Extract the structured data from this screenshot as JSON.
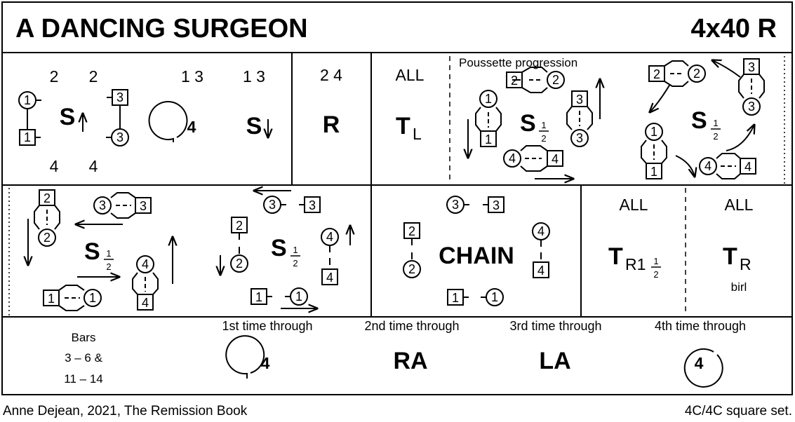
{
  "title": "A DANCING SURGEON",
  "form": "4x40 R",
  "row1": {
    "c1": {
      "top1": "2",
      "top2": "2",
      "top3": "1 3",
      "top4": "1 3",
      "bot1": "4",
      "bot2": "4",
      "fig1": "S",
      "fig2": "S",
      "circle_label": "4",
      "p1": "1",
      "p2": "1",
      "p3": "3",
      "p4": "3"
    },
    "c2": {
      "top": "2 4",
      "fig": "R"
    },
    "c3": {
      "top": "ALL",
      "fig": "T",
      "sub": "L"
    },
    "c4": {
      "note": "Poussette progression",
      "fig": "S",
      "fig_b": "S",
      "frac_num": "1",
      "frac_den": "2",
      "n1": "2",
      "n2": "2",
      "n3": "1",
      "n4": "1",
      "n5": "3",
      "n6": "3",
      "n7": "4",
      "n8": "4",
      "m1": "2",
      "m2": "2",
      "m3": "3",
      "m4": "3",
      "m5": "1",
      "m6": "1",
      "m7": "4",
      "m8": "4"
    }
  },
  "row2": {
    "c1": {
      "fig": "S",
      "fig_b": "S",
      "frac_num": "1",
      "frac_den": "2",
      "a1": "2",
      "a2": "2",
      "a3": "3",
      "a4": "3",
      "a5": "1",
      "a6": "1",
      "a7": "4",
      "a8": "4",
      "b1": "3",
      "b2": "3",
      "b3": "2",
      "b4": "2",
      "b5": "4",
      "b6": "4",
      "b7": "1",
      "b8": "1"
    },
    "c2": {
      "fig": "CHAIN",
      "p1": "3",
      "p2": "3",
      "p3": "2",
      "p4": "2",
      "p5": "4",
      "p6": "4",
      "p7": "1",
      "p8": "1"
    },
    "c3": {
      "top": "ALL",
      "fig": "T",
      "sub": "R1",
      "frac_num": "1",
      "frac_den": "2"
    },
    "c4": {
      "top": "ALL",
      "fig": "T",
      "sub": "R",
      "note": "birl"
    }
  },
  "row3": {
    "bars_label": "Bars",
    "bars_line1": "3 – 6  &",
    "bars_line2": "11 – 14",
    "h1": "1st time through",
    "h2": "2nd time through",
    "h3": "3rd time through",
    "h4": "4th time through",
    "v1": "4",
    "v2": "RA",
    "v3": "LA",
    "v4": "4"
  },
  "footer": {
    "left": "Anne Dejean, 2021, The Remission Book",
    "right": "4C/4C  square set."
  }
}
